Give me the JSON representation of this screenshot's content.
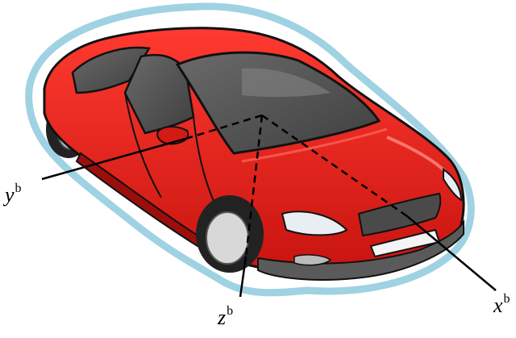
{
  "figure": {
    "axes": [
      {
        "id": "x",
        "letter": "x",
        "superscript": "b"
      },
      {
        "id": "y",
        "letter": "y",
        "superscript": "b"
      },
      {
        "id": "z",
        "letter": "z",
        "superscript": "b"
      }
    ]
  },
  "colors": {
    "car_body": "#e61e1a",
    "car_body_dark": "#9c0e0c",
    "window": "#5a5a5a",
    "outline": "#111111",
    "halo": "#9fd2e2",
    "axis_line": "#000000"
  }
}
